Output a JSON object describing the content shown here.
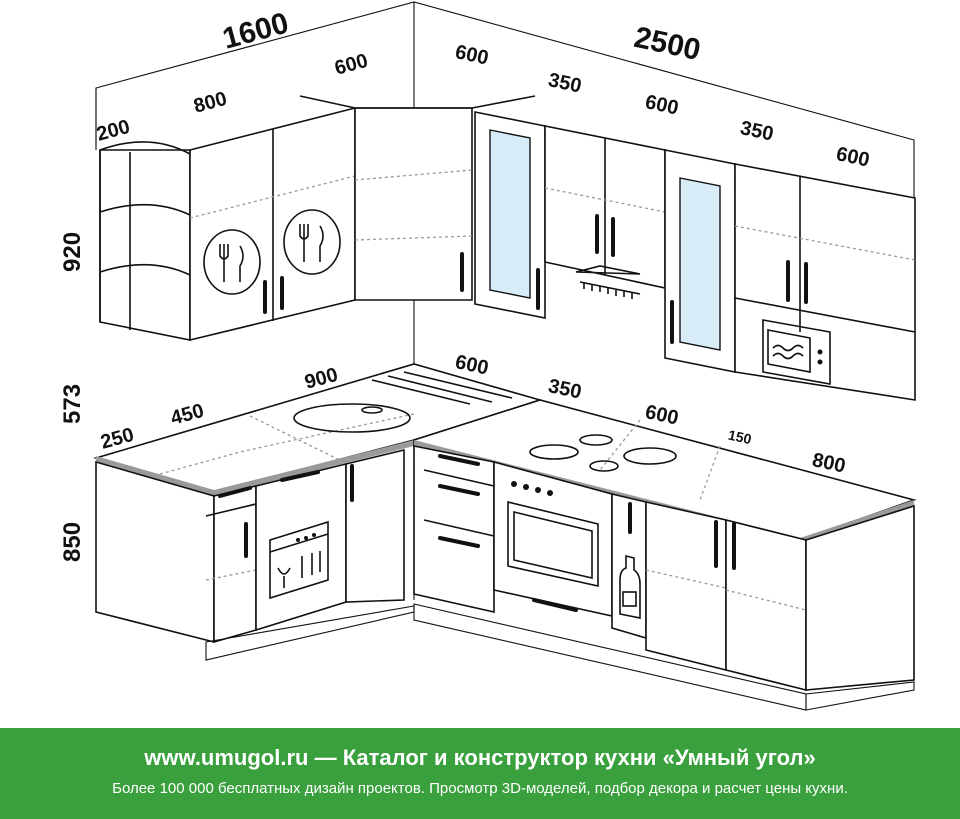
{
  "diagram": {
    "dimensions": {
      "wall_left_width": "1600",
      "wall_right_width": "2500",
      "upper_left_200": "200",
      "upper_left_800": "800",
      "upper_corner_600_a": "600",
      "upper_corner_600_b": "600",
      "upper_right_350_a": "350",
      "upper_right_600_a": "600",
      "upper_right_350_b": "350",
      "upper_right_600_b": "600",
      "height_upper": "920",
      "height_gap": "573",
      "height_base": "850",
      "lower_left_250": "250",
      "lower_left_450": "450",
      "lower_left_900": "900",
      "lower_right_600_a": "600",
      "lower_right_350": "350",
      "lower_right_600_b": "600",
      "lower_right_150": "150",
      "lower_right_800": "800"
    },
    "icons": [
      "plate-cutlery-icon",
      "plate-cutlery-icon",
      "range-hood-icon",
      "microwave-icon",
      "dishwasher-icon",
      "oven-icon",
      "bottle-icon",
      "sink-icon",
      "cooktop-icon"
    ],
    "colors": {
      "lines": "#111111",
      "countertop_edge": "#9a9a9a",
      "glass": "#d8ecf7"
    }
  },
  "footer": {
    "title": "www.umugol.ru — Каталог и конструктор кухни «Умный угол»",
    "subtitle": "Более 100 000 бесплатных дизайн проектов. Просмотр 3D-моделей, подбор декора и расчет цены кухни."
  },
  "colors": {
    "footer_bg": "#3aa03d",
    "footer_text": "#ffffff"
  }
}
